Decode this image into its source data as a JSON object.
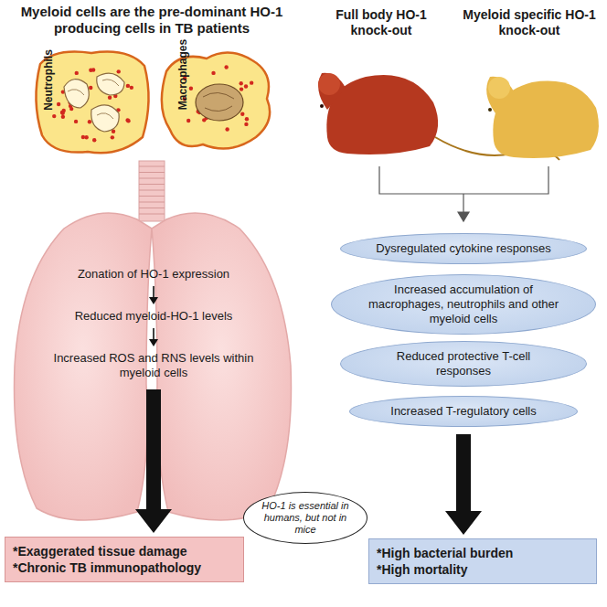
{
  "diagram": {
    "title": "Myeloid cells are the pre-dominant HO-1 producing cells in TB patients",
    "nodes": [
      {
        "text": [
          "Zonation of HO-1 expression"
        ]
      },
      {
        "text": [
          "Reduced myeloid-HO-1 levels"
        ]
      },
      {
        "text": [
          "Increased ROS and RNS levels within myeloid cells"
        ]
      },
      {
        "text": [
          "Dysregulated cytokine responses"
        ]
      },
      {
        "text": [
          "Increased accumulation of macrophages, neutrophils and other myeloid cells"
        ]
      },
      {
        "text": [
          "Reduced protective T-cell responses"
        ]
      },
      {
        "text": [
          "Increased T-regulatory cells"
        ]
      },
      {
        "text": [
          "*Exaggerated tissue damage",
          "*Chronic TB immunopathology"
        ]
      },
      {
        "text": [
          "HO-1 is essential in humans, but not in mice"
        ]
      },
      {
        "text": [
          "*High bacterial burden",
          "*High mortality"
        ]
      }
    ],
    "edges": [
      {
        "from": 0,
        "to": 1,
        "arrow": "to"
      },
      {
        "from": 1,
        "to": 2,
        "arrow": "to"
      },
      {
        "from": 2,
        "to": 7,
        "arrow": "to"
      },
      {
        "from": 6,
        "to": 9,
        "arrow": "to"
      }
    ],
    "labels": [
      "Full body HO-1 knock-out",
      "Myeloid specific HO-1 knock-out",
      "Neutrophils",
      "Macrophages"
    ]
  }
}
